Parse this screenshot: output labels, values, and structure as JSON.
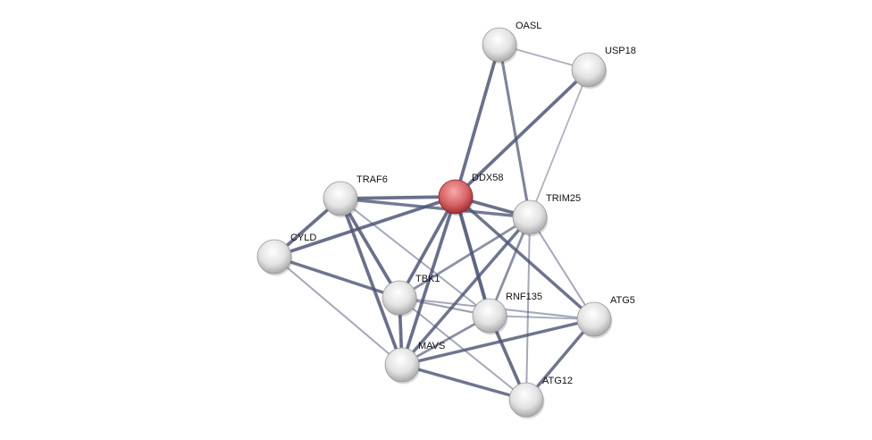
{
  "title": "Protein interaction network",
  "colors": {
    "edge": "#4d5575",
    "node": "#e6e6e6",
    "query_node": "#d2575a"
  },
  "nodes": [
    {
      "id": "OASL",
      "label": "OASL",
      "query": false
    },
    {
      "id": "USP18",
      "label": "USP18",
      "query": false
    },
    {
      "id": "DDX58",
      "label": "DDX58",
      "query": true
    },
    {
      "id": "TRAF6",
      "label": "TRAF6",
      "query": false
    },
    {
      "id": "TRIM25",
      "label": "TRIM25",
      "query": false
    },
    {
      "id": "CYLD",
      "label": "CYLD",
      "query": false
    },
    {
      "id": "TBK1",
      "label": "TBK1",
      "query": false
    },
    {
      "id": "RNF135",
      "label": "RNF135",
      "query": false
    },
    {
      "id": "ATG5",
      "label": "ATG5",
      "query": false
    },
    {
      "id": "MAVS",
      "label": "MAVS",
      "query": false
    },
    {
      "id": "ATG12",
      "label": "ATG12",
      "query": false
    }
  ],
  "edges": [
    [
      "OASL",
      "USP18",
      0.3
    ],
    [
      "OASL",
      "DDX58",
      0.9
    ],
    [
      "OASL",
      "TRIM25",
      0.7
    ],
    [
      "USP18",
      "DDX58",
      0.9
    ],
    [
      "USP18",
      "TRIM25",
      0.25
    ],
    [
      "DDX58",
      "TRAF6",
      0.9
    ],
    [
      "DDX58",
      "TRIM25",
      0.9
    ],
    [
      "DDX58",
      "CYLD",
      0.9
    ],
    [
      "DDX58",
      "TBK1",
      0.9
    ],
    [
      "DDX58",
      "RNF135",
      1.0
    ],
    [
      "DDX58",
      "MAVS",
      0.9
    ],
    [
      "DDX58",
      "ATG5",
      0.85
    ],
    [
      "TRAF6",
      "CYLD",
      0.9
    ],
    [
      "TRAF6",
      "TRIM25",
      0.8
    ],
    [
      "TRAF6",
      "TBK1",
      0.9
    ],
    [
      "TRAF6",
      "MAVS",
      0.9
    ],
    [
      "TRAF6",
      "RNF135",
      0.35
    ],
    [
      "TRIM25",
      "TBK1",
      0.6
    ],
    [
      "TRIM25",
      "MAVS",
      0.85
    ],
    [
      "TRIM25",
      "RNF135",
      0.6
    ],
    [
      "TRIM25",
      "ATG5",
      0.35
    ],
    [
      "TRIM25",
      "ATG12",
      0.35
    ],
    [
      "CYLD",
      "TBK1",
      0.85
    ],
    [
      "CYLD",
      "MAVS",
      0.35
    ],
    [
      "TBK1",
      "MAVS",
      0.9
    ],
    [
      "TBK1",
      "RNF135",
      0.4
    ],
    [
      "TBK1",
      "ATG5",
      0.35
    ],
    [
      "TBK1",
      "ATG12",
      0.35
    ],
    [
      "RNF135",
      "MAVS",
      0.6
    ],
    [
      "RNF135",
      "ATG12",
      0.9
    ],
    [
      "RNF135",
      "ATG5",
      0.3
    ],
    [
      "MAVS",
      "ATG5",
      0.85
    ],
    [
      "MAVS",
      "ATG12",
      0.85
    ],
    [
      "ATG5",
      "ATG12",
      0.85
    ]
  ]
}
